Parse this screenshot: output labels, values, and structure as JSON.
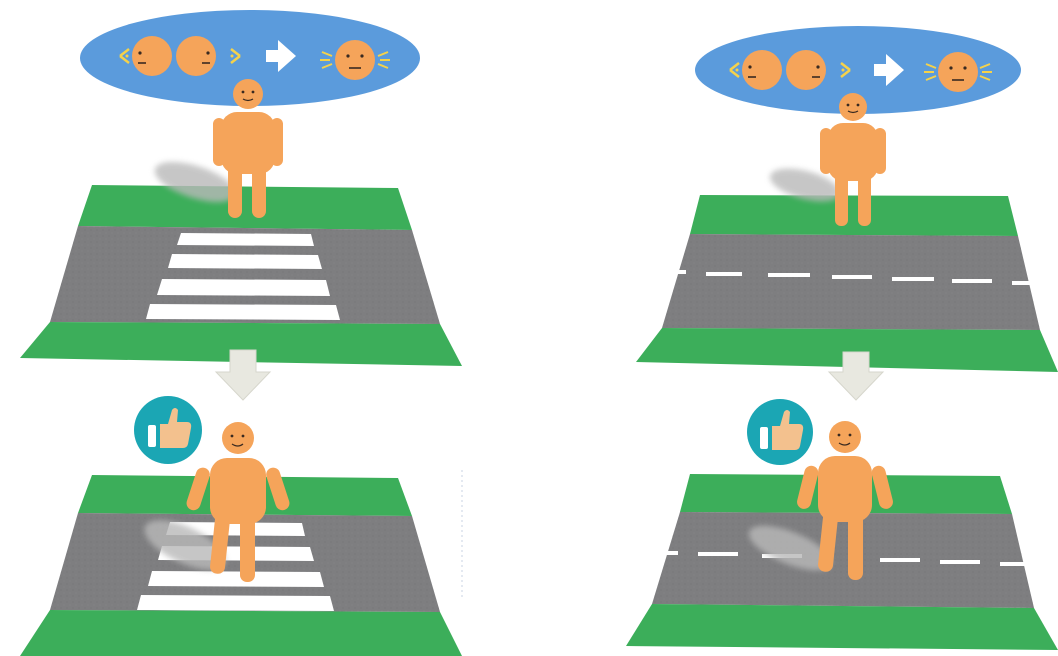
{
  "panels": [
    {
      "id": "crosswalk",
      "road_marking": "zebra-crossing",
      "thought_bubble": {
        "before": "head-turning-left-right-icon",
        "arrow": "right-arrow-icon",
        "after": "head-looking-both-ways-icon"
      },
      "approval": "thumbs-up-icon"
    },
    {
      "id": "no-crosswalk",
      "road_marking": "dashed-center-line",
      "thought_bubble": {
        "before": "head-turning-left-right-icon",
        "arrow": "right-arrow-icon",
        "after": "head-looking-both-ways-icon"
      },
      "approval": "thumbs-up-icon"
    }
  ],
  "colors": {
    "grass": "#3cae5a",
    "asphalt": "#7e7e80",
    "skin": "#f5a45a",
    "bubble": "#5b9bdc",
    "badge": "#1ba6b4",
    "down_arrow": "#e8e8e0",
    "marking": "#ffffff",
    "shadow": "#b9b9b9"
  }
}
